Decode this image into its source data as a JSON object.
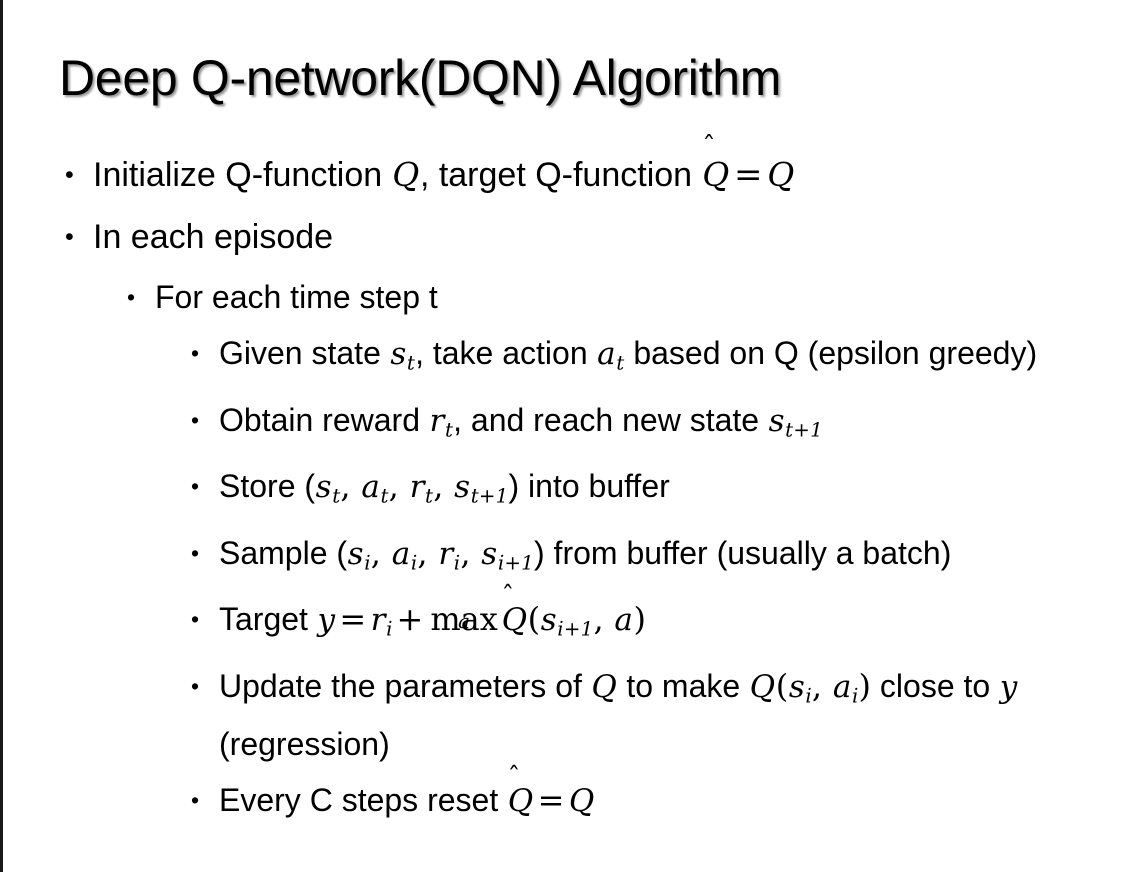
{
  "slide": {
    "title": "Deep Q-network(DQN) Algorithm",
    "background_color": "#ffffff",
    "text_color": "#000000",
    "border_color": "#1a1a1a",
    "bullet_glyph": "•"
  },
  "content": {
    "l1_initialize": {
      "pre": "Initialize Q-function ",
      "var_q1": "Q",
      "mid": ", target Q-function ",
      "hat": "̂",
      "var_qhat": "Q",
      "eq": "=",
      "var_q2": "Q"
    },
    "l1_each_episode": "In each episode",
    "l2_each_time_step": "For each time step t",
    "l3_given_state": {
      "pre": "Given state ",
      "var_s": "s",
      "sub_t": "t",
      "mid": ", take action ",
      "var_a": "a",
      "sub_t2": "t",
      "post": " based on Q (epsilon greedy)"
    },
    "l3_obtain_reward": {
      "pre": "Obtain reward ",
      "var_r": "r",
      "sub_t": "t",
      "mid": ", and reach new state ",
      "var_s": "s",
      "sub_t1": "t+1"
    },
    "l3_store": {
      "pre": "Store (",
      "var_s": "s",
      "sub_t": "t",
      "c1": ", ",
      "var_a": "a",
      "sub_t2": "t",
      "c2": ", ",
      "var_r": "r",
      "sub_t3": "t",
      "c3": ", ",
      "var_s2": "s",
      "sub_t4": "t+1",
      "post": ") into buffer"
    },
    "l3_sample": {
      "pre": "Sample (",
      "var_s": "s",
      "sub_i": "i",
      "c1": ", ",
      "var_a": "a",
      "sub_i2": "i",
      "c2": ", ",
      "var_r": "r",
      "sub_i3": "i",
      "c3": ", ",
      "var_s2": "s",
      "sub_i4": "i+1",
      "post": ") from buffer (usually a batch)"
    },
    "l3_target": {
      "pre": "Target ",
      "var_y": "y",
      "eq": "=",
      "var_r": "r",
      "sub_i": "i",
      "plus": "+",
      "max_op": "max",
      "max_under": "a",
      "hat": "̂",
      "var_qhat": "Q",
      "paren_open": "(",
      "var_s": "s",
      "sub_i1": "i+1",
      "comma": ", ",
      "var_a": "a",
      "paren_close": ")"
    },
    "l3_update": {
      "pre": "Update the parameters of ",
      "var_q": "Q",
      "mid": " to make ",
      "var_q2": "Q",
      "paren_open": "(",
      "var_s": "s",
      "sub_i": "i",
      "comma": ", ",
      "var_a": "a",
      "sub_i2": "i",
      "paren_close": ")",
      "post": " close to ",
      "var_y": "y",
      "tail": " (regression)"
    },
    "l3_reset": {
      "pre": "Every C steps reset ",
      "hat": "̂",
      "var_qhat": "Q",
      "eq": "=",
      "var_q": "Q"
    }
  }
}
